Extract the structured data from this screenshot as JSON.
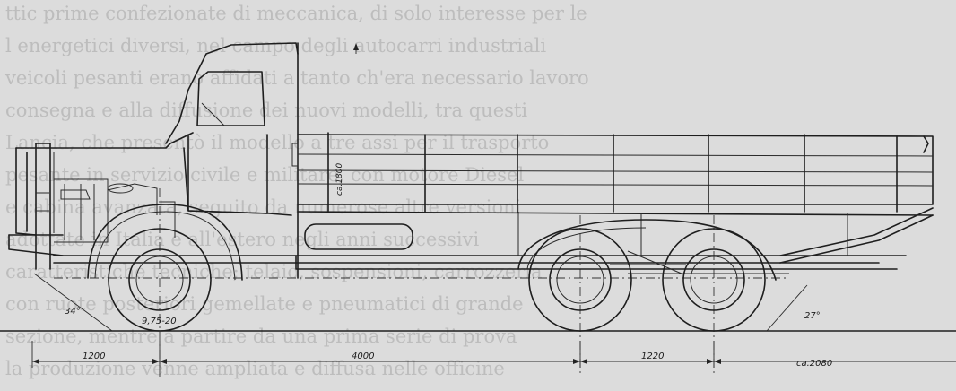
{
  "background_text": {
    "lines": [
      "ttic prime confezionate di meccanica, di solo interesse per le",
      "l energetici diversi, nel campo degli autocarri industriali",
      "veicoli pesanti erano affidati a tanto ch'era necessario lavoro",
      "consegna e alla diffusione dei nuovi modelli, tra questi",
      "Lancia, che presentò il modello a tre assi per il trasporto",
      "pesante in servizio civile e militare, con motore Diesel",
      "e cabina avanzata, seguito da numerose altre versioni",
      "adottate in Italia e all'estero negli anni successivi",
      "caratteristiche tecniche; telaio, sospensioni, carrozzeria",
      "con ruote posteriori gemellate e pneumatici di grande",
      "sezione, mentre a partire da una prima serie di prova",
      "la produzione venne ampliata e diffusa nelle officine"
    ]
  },
  "annotations": {
    "height": "ca.1800",
    "tyre": "9,75-20",
    "approach_angle": "34°",
    "departure_angle": "27°"
  },
  "dimensions": {
    "front_overhang": "1200",
    "wheelbase": "4000",
    "bogie": "1220",
    "rear_overhang": "ca.2080"
  }
}
